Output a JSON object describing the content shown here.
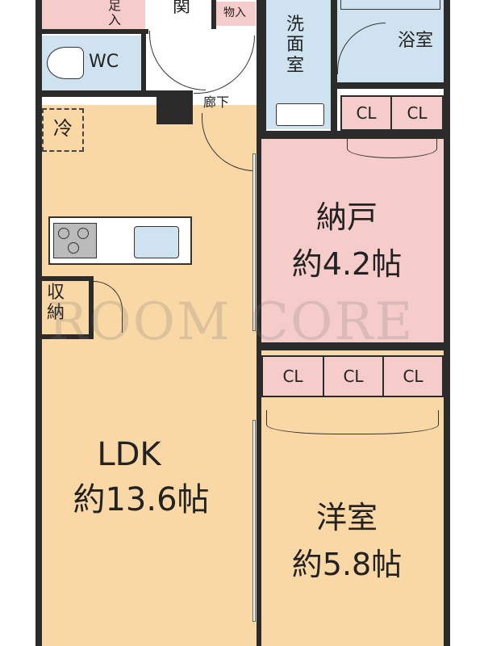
{
  "rooms": {
    "ldk": {
      "name": "LDK",
      "size": "約13.6帖"
    },
    "storeroom": {
      "name": "納戸",
      "size": "約4.2帖"
    },
    "western": {
      "name": "洋室",
      "size": "約5.8帖"
    },
    "wc": "WC",
    "bath": "浴室",
    "washroom": "洗面室",
    "corridor": "廊下",
    "entrance": "関",
    "shoe_storage": "足入",
    "closet_top": "物入",
    "fridge": "冷",
    "storage": "収納"
  },
  "closets": {
    "storeroom": [
      "CL",
      "CL"
    ],
    "western": [
      "CL",
      "CL",
      "CL"
    ]
  },
  "watermark": "ROOM CORE",
  "colors": {
    "ldk": "#f9d8a6",
    "bedroom": "#f6cccb",
    "wet_area": "#cfe2ef",
    "wall": "#2b2b2b"
  }
}
